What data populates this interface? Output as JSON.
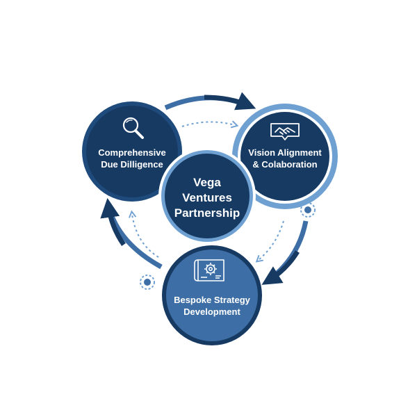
{
  "center": {
    "line1": "Vega",
    "line2": "Ventures",
    "line3": "Partnership"
  },
  "nodes": {
    "due_diligence": {
      "line1": "Comprehensive",
      "line2": "Due Dilligence",
      "icon": "magnifier-icon"
    },
    "vision": {
      "line1": "Vision Alignment",
      "line2": "& Colaboration",
      "icon": "handshake-icon"
    },
    "strategy": {
      "line1": "Bespoke Strategy",
      "line2": "Development",
      "icon": "blueprint-gear-icon"
    }
  },
  "colors": {
    "dark_navy": "#173a63",
    "mid_blue": "#3d6fa6",
    "light_blue": "#6fa0d2",
    "ring_light": "#5b8fc9",
    "white": "#ffffff"
  }
}
